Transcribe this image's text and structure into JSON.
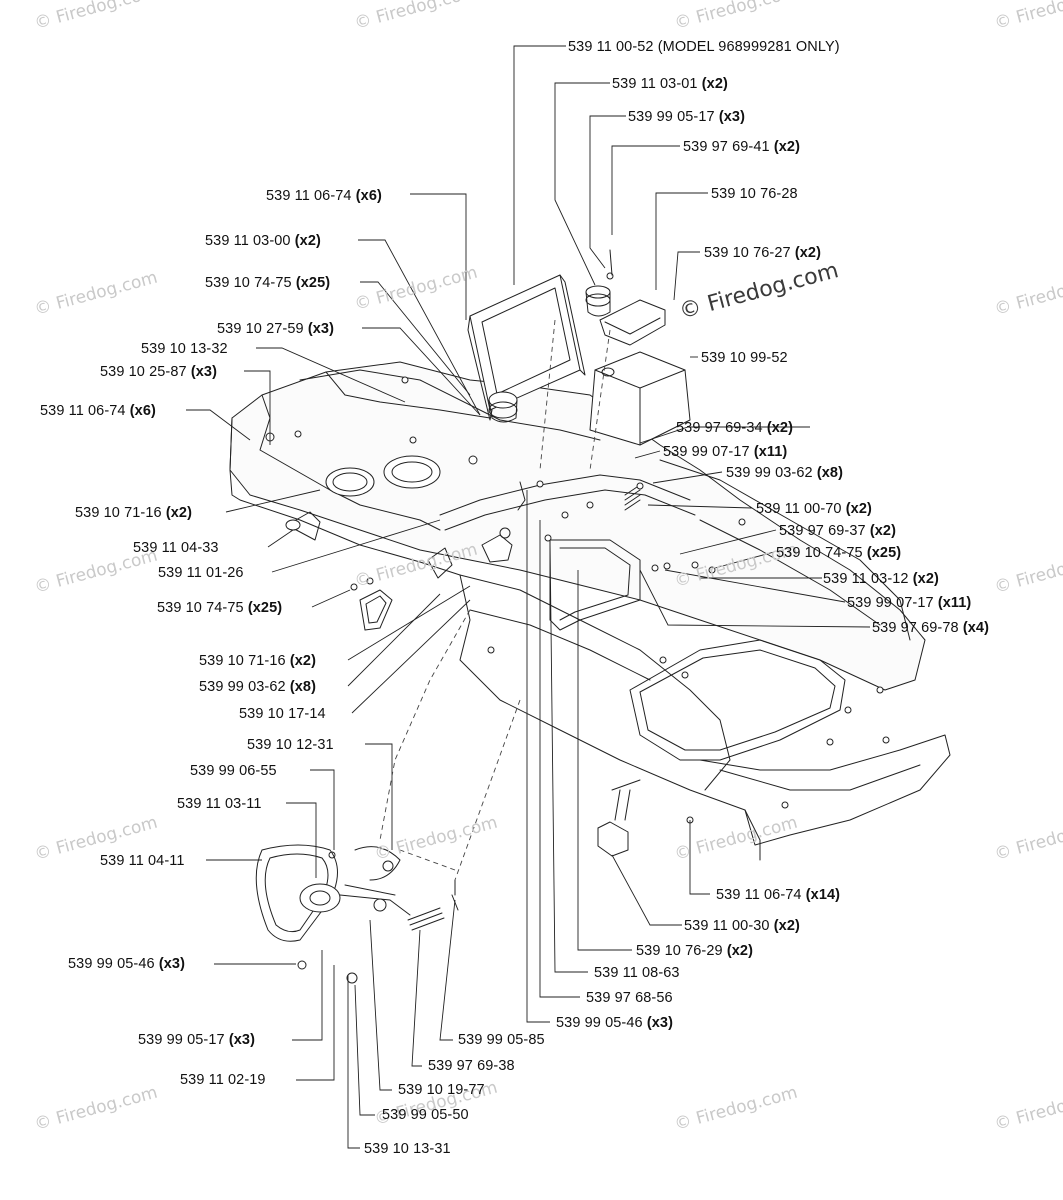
{
  "watermark": "© Firedog.com",
  "labels": [
    {
      "id": "l01",
      "part": "539 11 00-52 (MODEL 968999281 ONLY)",
      "qty": ""
    },
    {
      "id": "l02",
      "part": "539 11 03-01",
      "qty": "(x2)"
    },
    {
      "id": "l03",
      "part": "539 99 05-17",
      "qty": "(x3)"
    },
    {
      "id": "l04",
      "part": "539 97 69-41",
      "qty": "(x2)"
    },
    {
      "id": "l05",
      "part": "539 11 06-74",
      "qty": "(x6)"
    },
    {
      "id": "l06",
      "part": "539 10 76-28",
      "qty": ""
    },
    {
      "id": "l07",
      "part": "539 11 03-00",
      "qty": "(x2)"
    },
    {
      "id": "l08",
      "part": "539 10 76-27",
      "qty": "(x2)"
    },
    {
      "id": "l09",
      "part": "539 10 74-75",
      "qty": "(x25)"
    },
    {
      "id": "l10",
      "part": "539 10 27-59",
      "qty": "(x3)"
    },
    {
      "id": "l11",
      "part": "539 10 13-32",
      "qty": ""
    },
    {
      "id": "l12",
      "part": "539 10 99-52",
      "qty": ""
    },
    {
      "id": "l13",
      "part": "539 10 25-87",
      "qty": "(x3)"
    },
    {
      "id": "l14",
      "part": "539 11 06-74",
      "qty": "(x6)"
    },
    {
      "id": "l15",
      "part": "539 97 69-34",
      "qty": "(x2)"
    },
    {
      "id": "l16",
      "part": "539 99 07-17",
      "qty": "(x11)"
    },
    {
      "id": "l17",
      "part": "539 99 03-62",
      "qty": "(x8)"
    },
    {
      "id": "l18",
      "part": "539 10 71-16",
      "qty": "(x2)"
    },
    {
      "id": "l19",
      "part": "539 11 00-70",
      "qty": "(x2)"
    },
    {
      "id": "l20",
      "part": "539 11 04-33",
      "qty": ""
    },
    {
      "id": "l21",
      "part": "539 97 69-37",
      "qty": "(x2)"
    },
    {
      "id": "l22",
      "part": "539 11 01-26",
      "qty": ""
    },
    {
      "id": "l23",
      "part": "539 10 74-75",
      "qty": "(x25)"
    },
    {
      "id": "l24",
      "part": "539 11 03-12",
      "qty": "(x2)"
    },
    {
      "id": "l25",
      "part": "539 10 74-75",
      "qty": "(x25)"
    },
    {
      "id": "l26",
      "part": "539 99 07-17",
      "qty": "(x11)"
    },
    {
      "id": "l27",
      "part": "539 97 69-78",
      "qty": "(x4)"
    },
    {
      "id": "l28",
      "part": "539 10 71-16",
      "qty": "(x2)"
    },
    {
      "id": "l29",
      "part": "539 99 03-62",
      "qty": "(x8)"
    },
    {
      "id": "l30",
      "part": "539 10 17-14",
      "qty": ""
    },
    {
      "id": "l31",
      "part": "539 10 12-31",
      "qty": ""
    },
    {
      "id": "l32",
      "part": "539 99 06-55",
      "qty": ""
    },
    {
      "id": "l33",
      "part": "539 11 03-11",
      "qty": ""
    },
    {
      "id": "l34",
      "part": "539 11 04-11",
      "qty": ""
    },
    {
      "id": "l35",
      "part": "539 11 06-74",
      "qty": "(x14)"
    },
    {
      "id": "l36",
      "part": "539 11 00-30",
      "qty": "(x2)"
    },
    {
      "id": "l37",
      "part": "539 10 76-29",
      "qty": "(x2)"
    },
    {
      "id": "l38",
      "part": "539 99 05-46",
      "qty": "(x3)"
    },
    {
      "id": "l39",
      "part": "539 11 08-63",
      "qty": ""
    },
    {
      "id": "l40",
      "part": "539 97 68-56",
      "qty": ""
    },
    {
      "id": "l41",
      "part": "539 99 05-46",
      "qty": "(x3)"
    },
    {
      "id": "l42",
      "part": "539 99 05-17",
      "qty": "(x3)"
    },
    {
      "id": "l43",
      "part": "539 99 05-85",
      "qty": ""
    },
    {
      "id": "l44",
      "part": "539 97 69-38",
      "qty": ""
    },
    {
      "id": "l45",
      "part": "539 11 02-19",
      "qty": ""
    },
    {
      "id": "l46",
      "part": "539 10 19-77",
      "qty": ""
    },
    {
      "id": "l47",
      "part": "539 99 05-50",
      "qty": ""
    },
    {
      "id": "l48",
      "part": "539 10 13-31",
      "qty": ""
    }
  ]
}
